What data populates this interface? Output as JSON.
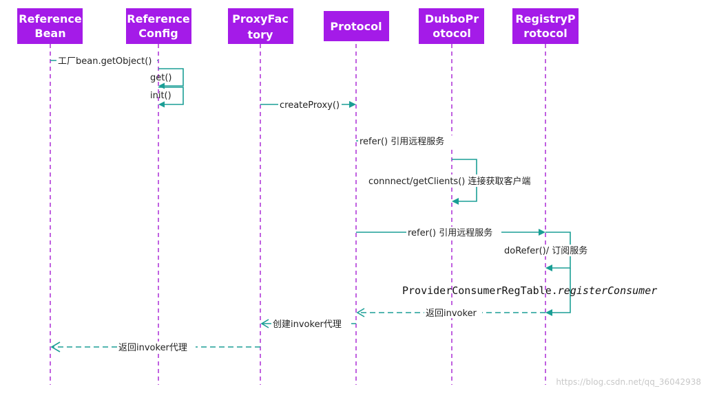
{
  "participants": [
    {
      "id": "referenceBean",
      "lines": [
        "Reference",
        "Bean"
      ]
    },
    {
      "id": "referenceConfig",
      "lines": [
        "Reference",
        "Config"
      ]
    },
    {
      "id": "proxyFactory",
      "lines": [
        "ProxyFac",
        "tory"
      ]
    },
    {
      "id": "protocol",
      "lines": [
        "Protocol"
      ]
    },
    {
      "id": "dubboProtocol",
      "lines": [
        "DubboPr",
        "otocol"
      ]
    },
    {
      "id": "registryProtocol",
      "lines": [
        "RegistryP",
        "rotocol"
      ]
    }
  ],
  "messages": [
    {
      "id": "factory-get-object",
      "from": "referenceBean",
      "to": "referenceConfig",
      "label": "工厂bean.getObject()",
      "style": "solid",
      "arrow": "filled"
    },
    {
      "id": "get",
      "from": "referenceConfig",
      "to": "referenceConfig",
      "label": "get()",
      "style": "solid",
      "arrow": "filled",
      "self": true
    },
    {
      "id": "init",
      "from": "referenceConfig",
      "to": "referenceConfig",
      "label": "init()",
      "style": "solid",
      "arrow": "filled",
      "self": true
    },
    {
      "id": "create-proxy",
      "from": "proxyFactory",
      "to": "protocol",
      "label": "createProxy()",
      "style": "solid",
      "arrow": "filled"
    },
    {
      "id": "refer-dubbo",
      "from": "protocol",
      "to": "dubboProtocol",
      "label": "refer() 引用远程服务",
      "style": "solid",
      "arrow": "filled"
    },
    {
      "id": "connect-get-clients",
      "from": "dubboProtocol",
      "to": "dubboProtocol",
      "label": "connnect/getClients() 连接获取客户端",
      "style": "solid",
      "arrow": "filled",
      "self": true
    },
    {
      "id": "refer-registry",
      "from": "protocol",
      "to": "registryProtocol",
      "label": "refer() 引用远程服务",
      "style": "solid",
      "arrow": "filled"
    },
    {
      "id": "do-refer",
      "from": "registryProtocol",
      "to": "registryProtocol",
      "label": "doRefer()/ 订阅服务",
      "style": "solid",
      "arrow": "filled",
      "self": true
    },
    {
      "id": "return-invoker-protocol",
      "from": "registryProtocol",
      "to": "protocol",
      "label": "返回invoker",
      "style": "dashed",
      "arrow": "open"
    },
    {
      "id": "create-invoker-proxy",
      "from": "protocol",
      "to": "proxyFactory",
      "label": "创建invoker代理",
      "style": "solid",
      "arrow": "open"
    },
    {
      "id": "return-invoker-proxy",
      "from": "proxyFactory",
      "to": "referenceBean",
      "label": "返回invoker代理",
      "style": "dashed",
      "arrow": "open"
    }
  ],
  "code_annotation": {
    "prefix": "ProviderConsumerRegTable.",
    "method": "registerConsumer"
  },
  "watermark": "https://blog.csdn.net/qq_36042938",
  "colors": {
    "participant_fill": "#a41be8",
    "participant_text": "#ffffff",
    "lifeline": "#c060e0",
    "message": "#1a9e95"
  }
}
